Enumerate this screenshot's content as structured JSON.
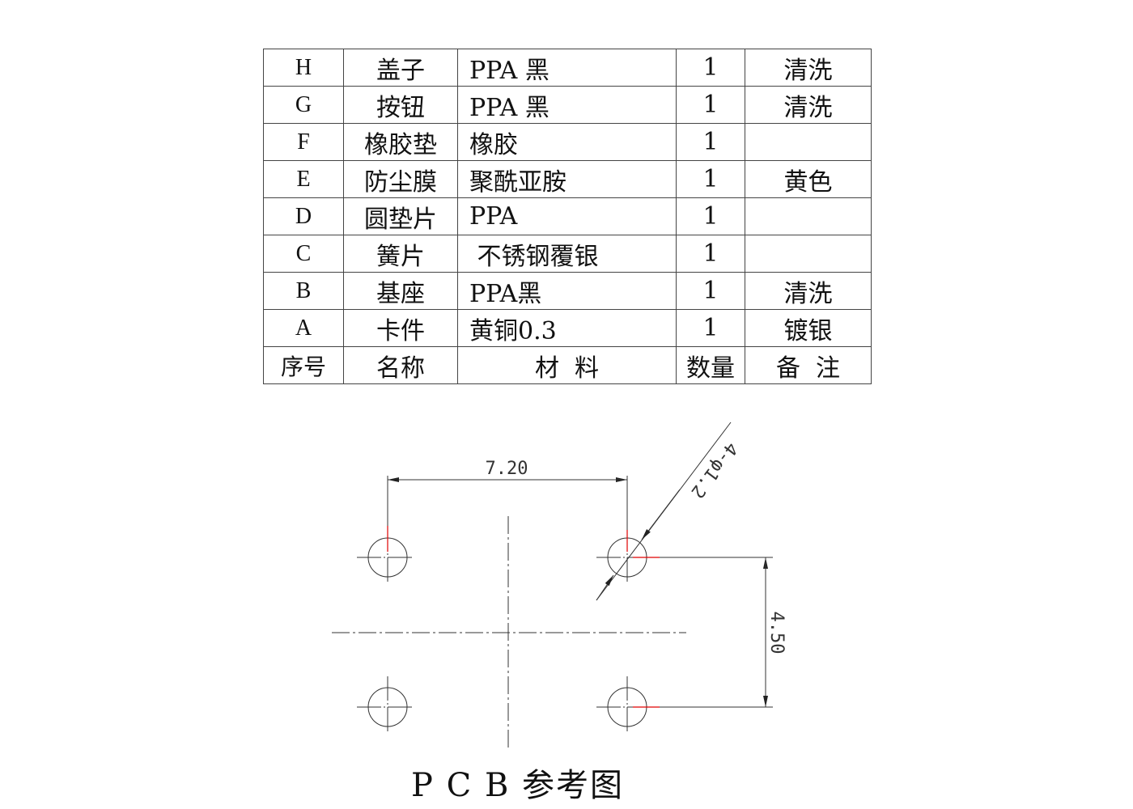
{
  "bom": {
    "rows": [
      {
        "no": "H",
        "name": "盖子",
        "material": "PPA 黑",
        "qty": "1",
        "note": "清洗"
      },
      {
        "no": "G",
        "name": "按钮",
        "material": "PPA 黑",
        "qty": "1",
        "note": "清洗"
      },
      {
        "no": "F",
        "name": "橡胶垫",
        "material": "橡胶",
        "qty": "1",
        "note": ""
      },
      {
        "no": "E",
        "name": "防尘膜",
        "material": "聚酰亚胺",
        "qty": "1",
        "note": "黄色"
      },
      {
        "no": "D",
        "name": "圆垫片",
        "material": "PPA",
        "qty": "1",
        "note": ""
      },
      {
        "no": "C",
        "name": "簧片",
        "material": " 不锈钢覆银",
        "qty": "1",
        "note": ""
      },
      {
        "no": "B",
        "name": "基座",
        "material": "PPA黑",
        "qty": "1",
        "note": "清洗"
      },
      {
        "no": "A",
        "name": "卡件",
        "material": "黄铜0.3",
        "qty": "1",
        "note": "镀银"
      }
    ],
    "header": {
      "no": "序号",
      "name": "名称",
      "material": "材  料",
      "qty": "数量",
      "note": "备  注"
    }
  },
  "drawing": {
    "dim_horizontal": "7.20",
    "dim_vertical": "4.50",
    "dim_holes": "4-φ1.2",
    "title": "P C B 参考图",
    "accent_color": "#e00000"
  }
}
